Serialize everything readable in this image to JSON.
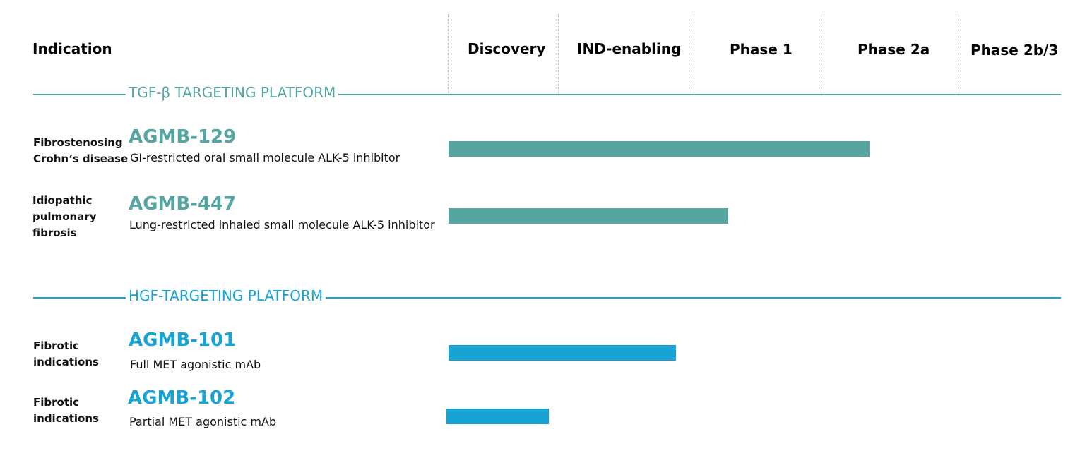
{
  "colors": {
    "tgf": "#56a5a0",
    "hgf": "#17a3d4"
  },
  "header": {
    "indication": "Indication",
    "stages": [
      "Discovery",
      "IND-enabling",
      "Phase 1",
      "Phase 2a",
      "Phase 2b/3"
    ]
  },
  "platforms": [
    {
      "label": "TGF-β TARGETING PLATFORM",
      "color": "#56a5a0",
      "programs": [
        {
          "indication": "Fibrostenosing\nCrohn‘s disease",
          "name": "AGMB-129",
          "description": "GI-restricted oral small molecule ALK-5 inhibitor",
          "progress": "Phase 2a"
        },
        {
          "indication": "Idiopathic\npulmonary\nfibrosis",
          "name": "AGMB-447",
          "description": "Lung-restricted inhaled small molecule ALK-5 inhibitor",
          "progress": "Phase 1"
        }
      ]
    },
    {
      "label": "HGF-TARGETING PLATFORM",
      "color": "#17a3d4",
      "programs": [
        {
          "indication": "Fibrotic\nindications",
          "name": "AGMB-101",
          "description": "Full MET agonistic mAb",
          "progress": "IND-enabling"
        },
        {
          "indication": "Fibrotic\nindications",
          "name": "AGMB-102",
          "description": "Partial MET agonistic mAb",
          "progress": "Discovery"
        }
      ]
    }
  ]
}
